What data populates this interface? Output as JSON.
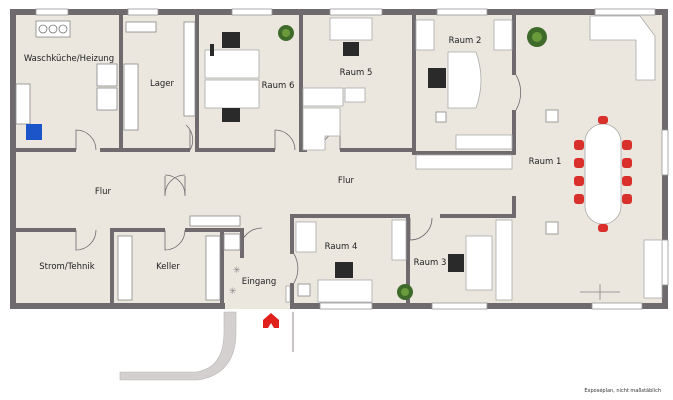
{
  "rooms": {
    "waschkueche": "Waschküche/Heizung",
    "lager": "Lager",
    "raum6": "Raum 6",
    "raum5": "Raum 5",
    "raum2": "Raum 2",
    "raum1": "Raum 1",
    "flur_links": "Flur",
    "flur_mitte": "Flur",
    "strom": "Strom/Tehnik",
    "keller": "Keller",
    "eingang": "Eingang",
    "raum4": "Raum 4",
    "raum3": "Raum 3"
  },
  "note": "Exposéplan, nicht maßstäblich",
  "colors": {
    "wall": "#6e6a6e",
    "floor": "#ebe7df",
    "furniture": "#ffffff",
    "chair": "#2a2a2a",
    "conference_chair": "#d9302c",
    "plant": "#3f6b2a",
    "entrance_marker": "#e0201b",
    "boiler": "#1c54c9"
  }
}
